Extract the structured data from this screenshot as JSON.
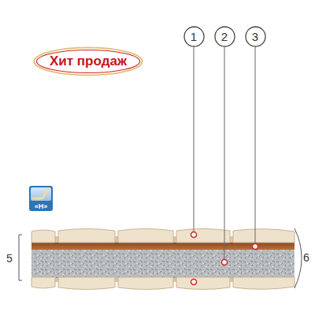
{
  "diagram": {
    "nodes": [
      {
        "text": [
          "1"
        ]
      },
      {
        "text": [
          "2"
        ]
      },
      {
        "text": [
          "3"
        ]
      },
      {
        "text": [
          "Хит продаж"
        ]
      },
      {
        "text": [
          "«H»"
        ]
      }
    ],
    "labels": [
      "5",
      "6"
    ]
  }
}
